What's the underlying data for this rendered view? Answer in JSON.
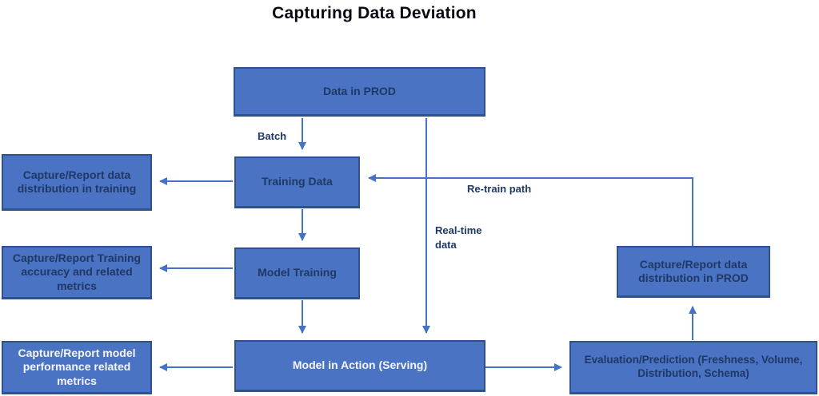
{
  "title": "Capturing Data Deviation",
  "colors": {
    "box_fill": "#4a73c4",
    "box_border": "#2f528f",
    "dark_text": "#1f3864",
    "light_text": "#f5f7fb",
    "arrow": "#4472c4"
  },
  "boxes": [
    {
      "id": "data-in-prod",
      "label": "Data in PROD"
    },
    {
      "id": "training-data",
      "label": "Training Data"
    },
    {
      "id": "model-training",
      "label": "Model Training"
    },
    {
      "id": "model-in-action",
      "label": "Model in Action (Serving)"
    },
    {
      "id": "capture-training",
      "label": "Capture/Report data distribution in training"
    },
    {
      "id": "capture-accuracy",
      "label": "Capture/Report Training accuracy and related metrics"
    },
    {
      "id": "capture-perf",
      "label": "Capture/Report model performance related metrics"
    },
    {
      "id": "capture-prod",
      "label": "Capture/Report data distribution in PROD"
    },
    {
      "id": "evaluation",
      "label": "Evaluation/Prediction (Freshness, Volume, Distribution, Schema)"
    }
  ],
  "edge_labels": {
    "batch": "Batch",
    "retrain": "Re-train path",
    "realtime": "Real-time data"
  }
}
